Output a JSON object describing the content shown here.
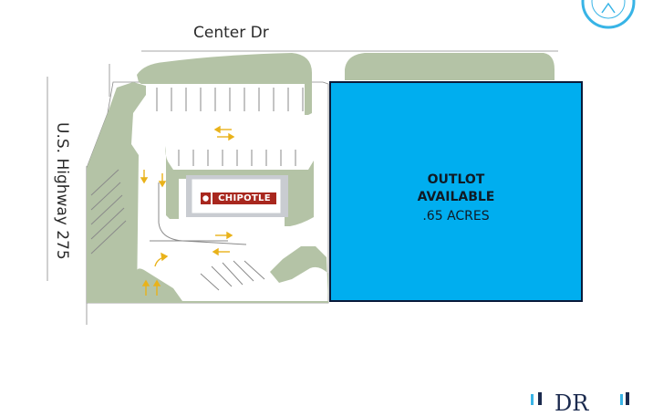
{
  "roads": {
    "center_dr": "Center Dr",
    "highway": "U.S. Highway 275"
  },
  "outlot": {
    "line1": "OUTLOT",
    "line2": "AVAILABLE",
    "line3": ".65 ACRES"
  },
  "tenant": {
    "name": "CHIPOTLE"
  },
  "brand": {
    "initials": "DR"
  },
  "icons": [
    "compass-icon",
    "chipotle-logo-icon",
    "traffic-arrow-icon",
    "turn-arrow-icon"
  ],
  "colors": {
    "outlot_fill": "#00aeef",
    "outlot_border": "#0a1a3a",
    "landscape_green": "#b4c3a6",
    "building_gray": "#c9ccd1",
    "arrow_yellow": "#e9b21a",
    "chipotle_red": "#a8271e",
    "compass_blue": "#38b4e6"
  }
}
